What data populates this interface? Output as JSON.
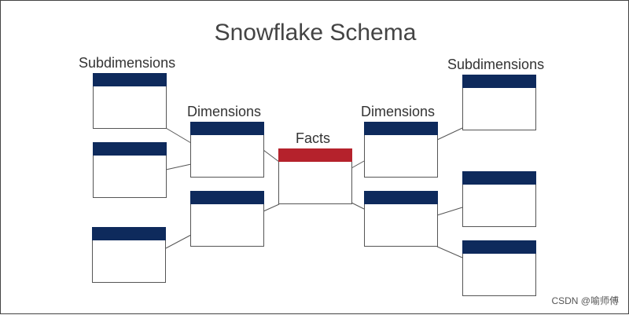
{
  "title": "Snowflake Schema",
  "labels": {
    "subdimensions_left": "Subdimensions",
    "subdimensions_right": "Subdimensions",
    "dimensions_left": "Dimensions",
    "dimensions_right": "Dimensions",
    "facts": "Facts"
  },
  "colors": {
    "dimension_header": "#0e2a5c",
    "fact_header": "#b5222c",
    "border": "#555555"
  },
  "watermark": "CSDN @喻师傅"
}
